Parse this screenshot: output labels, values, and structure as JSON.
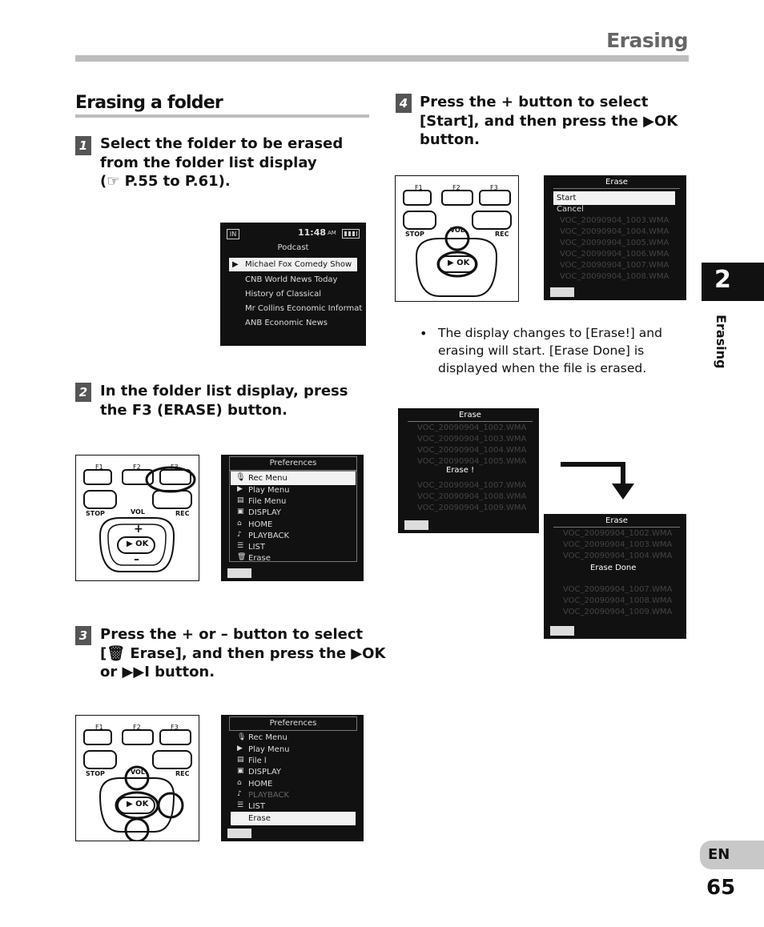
{
  "header": {
    "title": "Erasing"
  },
  "section": {
    "title": "Erasing a folder"
  },
  "steps": [
    {
      "num": "1",
      "lines": [
        "Select the folder to be erased",
        "from the folder list display",
        "(☞ P.55 to P.61)."
      ]
    },
    {
      "num": "2",
      "lines": [
        "In the folder list display, press",
        "the F3 (ERASE) button."
      ]
    },
    {
      "num": "3",
      "lines": [
        "Press the + or – button to select",
        "[🗑 Erase], and then press the ▶OK",
        "or ▶▶I button."
      ]
    },
    {
      "num": "4",
      "lines": [
        "Press the + button to select",
        "[Start], and then press the ▶OK",
        "button."
      ]
    }
  ],
  "bullet": {
    "lines": [
      "The display changes to [Erase!] and",
      "erasing will start. [Erase Done] is",
      "displayed when the file is erased."
    ]
  },
  "device": {
    "f1": "F1",
    "f2": "F2",
    "f3": "F3",
    "stop": "STOP",
    "vol": "VOL",
    "rec": "REC",
    "ok": "▶ OK",
    "plus": "+",
    "minus": "–"
  },
  "screen1": {
    "status": {
      "in": "IN",
      "time": "11:48",
      "ampm": "AM"
    },
    "heading": "Podcast",
    "items": [
      "Michael Fox Comedy Show",
      "CNB World News Today",
      "History of Classical",
      "Mr Collins Economic Informat",
      "ANB Economic News"
    ]
  },
  "screen2": {
    "heading": "Preferences",
    "items": [
      "Rec Menu",
      "Play Menu",
      "File Menu",
      "DISPLAY",
      "HOME",
      "PLAYBACK",
      "LIST",
      "Erase"
    ]
  },
  "screen3": {
    "heading": "Preferences",
    "items": [
      "Rec Menu",
      "Play Menu",
      "File l",
      "DISPLAY",
      "HOME",
      "PLAYBACK",
      "LIST",
      "Erase"
    ]
  },
  "screen4": {
    "heading": "Erase",
    "items": [
      "Start",
      "Cancel"
    ]
  },
  "screen5": {
    "heading": "Erase",
    "message": "Erase !"
  },
  "screen6": {
    "heading": "Erase",
    "message": "Erase Done"
  },
  "files": [
    "VOC_20090904_1002.WMA",
    "VOC_20090904_1003.WMA",
    "VOC_20090904_1004.WMA",
    "VOC_20090904_1005.WMA",
    "VOC_20090904_1006.WMA",
    "VOC_20090904_1007.WMA",
    "VOC_20090904_1008.WMA",
    "VOC_20090904_1009.WMA"
  ],
  "sidebar": {
    "chapter": "2",
    "label": "Erasing",
    "lang": "EN",
    "page": "65"
  }
}
